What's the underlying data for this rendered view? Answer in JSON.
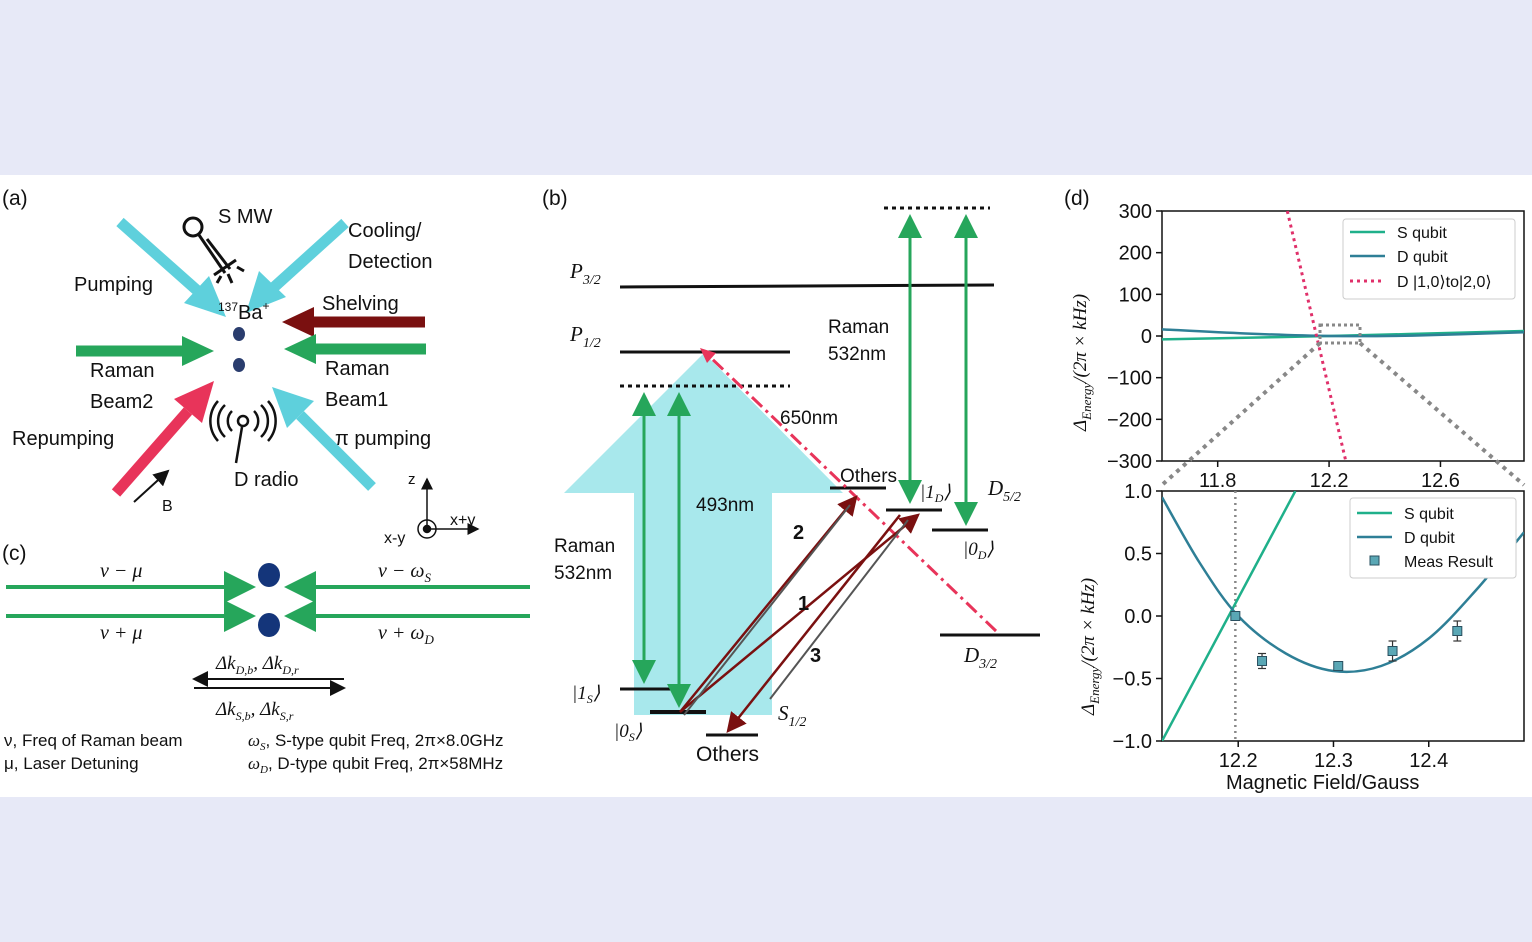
{
  "colors": {
    "green": "#26a65b",
    "cyan": "#5ed0dc",
    "darkred": "#7a1010",
    "pink": "#e8345a",
    "paleCyan": "#a8e8ec",
    "sQubit": "#1fb08a",
    "dQubit": "#2e7f96",
    "dashPink": "#e0306a",
    "zoom": "#888888"
  },
  "panel_a": {
    "label": "(a)",
    "s_mw": "S MW",
    "cooling1": "Cooling/",
    "cooling2": "Detection",
    "pumping": "Pumping",
    "ion_mass": "137",
    "ion_name": "Ba",
    "ion_charge": "+",
    "shelving": "Shelving",
    "raman1_l1": "Raman",
    "raman1_l2": "Beam1",
    "raman2_l1": "Raman",
    "raman2_l2": "Beam2",
    "repumping": "Repumping",
    "pi_pumping": "π pumping",
    "d_radio": "D radio",
    "b_field": "B",
    "axis_z": "z",
    "axis_xpy": "x+y",
    "axis_xmy": "x-y"
  },
  "panel_c": {
    "label": "(c)",
    "top_left": "ν − μ",
    "bottom_left": "ν + μ",
    "top_right": "ν − ω",
    "top_right_sub": "S",
    "bottom_right": "ν + ω",
    "bottom_right_sub": "D",
    "dk_top": "Δk",
    "dk_top_sub1": "D,b",
    "dk_top_mid": ", Δk",
    "dk_top_sub2": "D,r",
    "dk_bot": "Δk",
    "dk_bot_sub1": "S,b",
    "dk_bot_mid": ", Δk",
    "dk_bot_sub2": "S,r",
    "legend1a": "ν, Freq of Raman beam",
    "legend1b": "μ, Laser Detuning",
    "legend2a": "ω",
    "legend2a_sub": "S",
    "legend2a_rest": ", S-type qubit Freq, 2π×8.0GHz",
    "legend2b": "ω",
    "legend2b_sub": "D",
    "legend2b_rest": ", D-type qubit Freq, 2π×58MHz"
  },
  "panel_b": {
    "label": "(b)",
    "p32": "P",
    "p32_sub": "3/2",
    "p12": "P",
    "p12_sub": "1/2",
    "s12": "S",
    "s12_sub": "1/2",
    "d52": "D",
    "d52_sub": "5/2",
    "d32": "D",
    "d32_sub": "3/2",
    "raman_left1": "Raman",
    "raman_left2": "532nm",
    "raman_right1": "Raman",
    "raman_right2": "532nm",
    "nm493": "493nm",
    "nm650": "650nm",
    "others_top": "Others",
    "others_bottom": "Others",
    "ket_1s": "|1",
    "ket_1s_sub": "S",
    "ket_0s": "|0",
    "ket_0s_sub": "S",
    "ket_1d": "|1",
    "ket_1d_sub": "D",
    "ket_0d": "|0",
    "ket_0d_sub": "D",
    "ket_close": "⟩",
    "path1": "1",
    "path2": "2",
    "path3": "3"
  },
  "panel_d": {
    "label": "(d)",
    "ylabel_main": "Δ",
    "ylabel_sub": "Energy",
    "ylabel_rest": "/(2π × kHz)",
    "xlabel": "Magnetic Field/Gauss"
  },
  "chart_data": [
    {
      "type": "line",
      "xlim": [
        11.6,
        12.9
      ],
      "ylim": [
        -300,
        300
      ],
      "yticks": [
        "300",
        "200",
        "100",
        "0",
        "−100",
        "−200",
        "−300"
      ],
      "ytick_values": [
        300,
        200,
        100,
        0,
        -100,
        -200,
        -300
      ],
      "xticks": [
        "11.8",
        "12.2",
        "12.6"
      ],
      "xtick_values": [
        11.8,
        12.2,
        12.6
      ],
      "legend_position": "top-right",
      "series": [
        {
          "name": "S qubit",
          "x": [
            11.6,
            12.2,
            12.9
          ],
          "y": [
            -8,
            0,
            12
          ]
        },
        {
          "name": "D qubit",
          "x": [
            11.6,
            11.9,
            12.2,
            12.5,
            12.9
          ],
          "y": [
            16,
            6,
            0,
            1,
            9
          ]
        },
        {
          "name": "D |1,0⟩to|2,0⟩",
          "x": [
            12.05,
            12.26
          ],
          "y": [
            300,
            -300
          ]
        }
      ]
    },
    {
      "type": "line",
      "xlim": [
        12.12,
        12.5
      ],
      "ylim": [
        -1.0,
        1.0
      ],
      "yticks": [
        "1.0",
        "0.5",
        "0.0",
        "−0.5",
        "−1.0"
      ],
      "ytick_values": [
        1.0,
        0.5,
        0.0,
        -0.5,
        -1.0
      ],
      "xticks": [
        "12.2",
        "12.3",
        "12.4"
      ],
      "xtick_values": [
        12.2,
        12.3,
        12.4
      ],
      "vline_x": 12.197,
      "legend_position": "top-right",
      "series": [
        {
          "name": "S qubit",
          "x": [
            12.12,
            12.26
          ],
          "y": [
            -1.0,
            1.0
          ]
        },
        {
          "name": "D qubit",
          "x": [
            12.12,
            12.16,
            12.2,
            12.25,
            12.3,
            12.35,
            12.4,
            12.45,
            12.5
          ],
          "y": [
            0.95,
            0.42,
            0.0,
            -0.3,
            -0.44,
            -0.4,
            -0.18,
            0.21,
            0.67
          ]
        },
        {
          "name": "Meas Result",
          "x": [
            12.197,
            12.225,
            12.305,
            12.362,
            12.43
          ],
          "y": [
            0.0,
            -0.36,
            -0.4,
            -0.28,
            -0.12
          ],
          "err": [
            0.03,
            0.06,
            0.03,
            0.08,
            0.08
          ]
        }
      ]
    }
  ]
}
